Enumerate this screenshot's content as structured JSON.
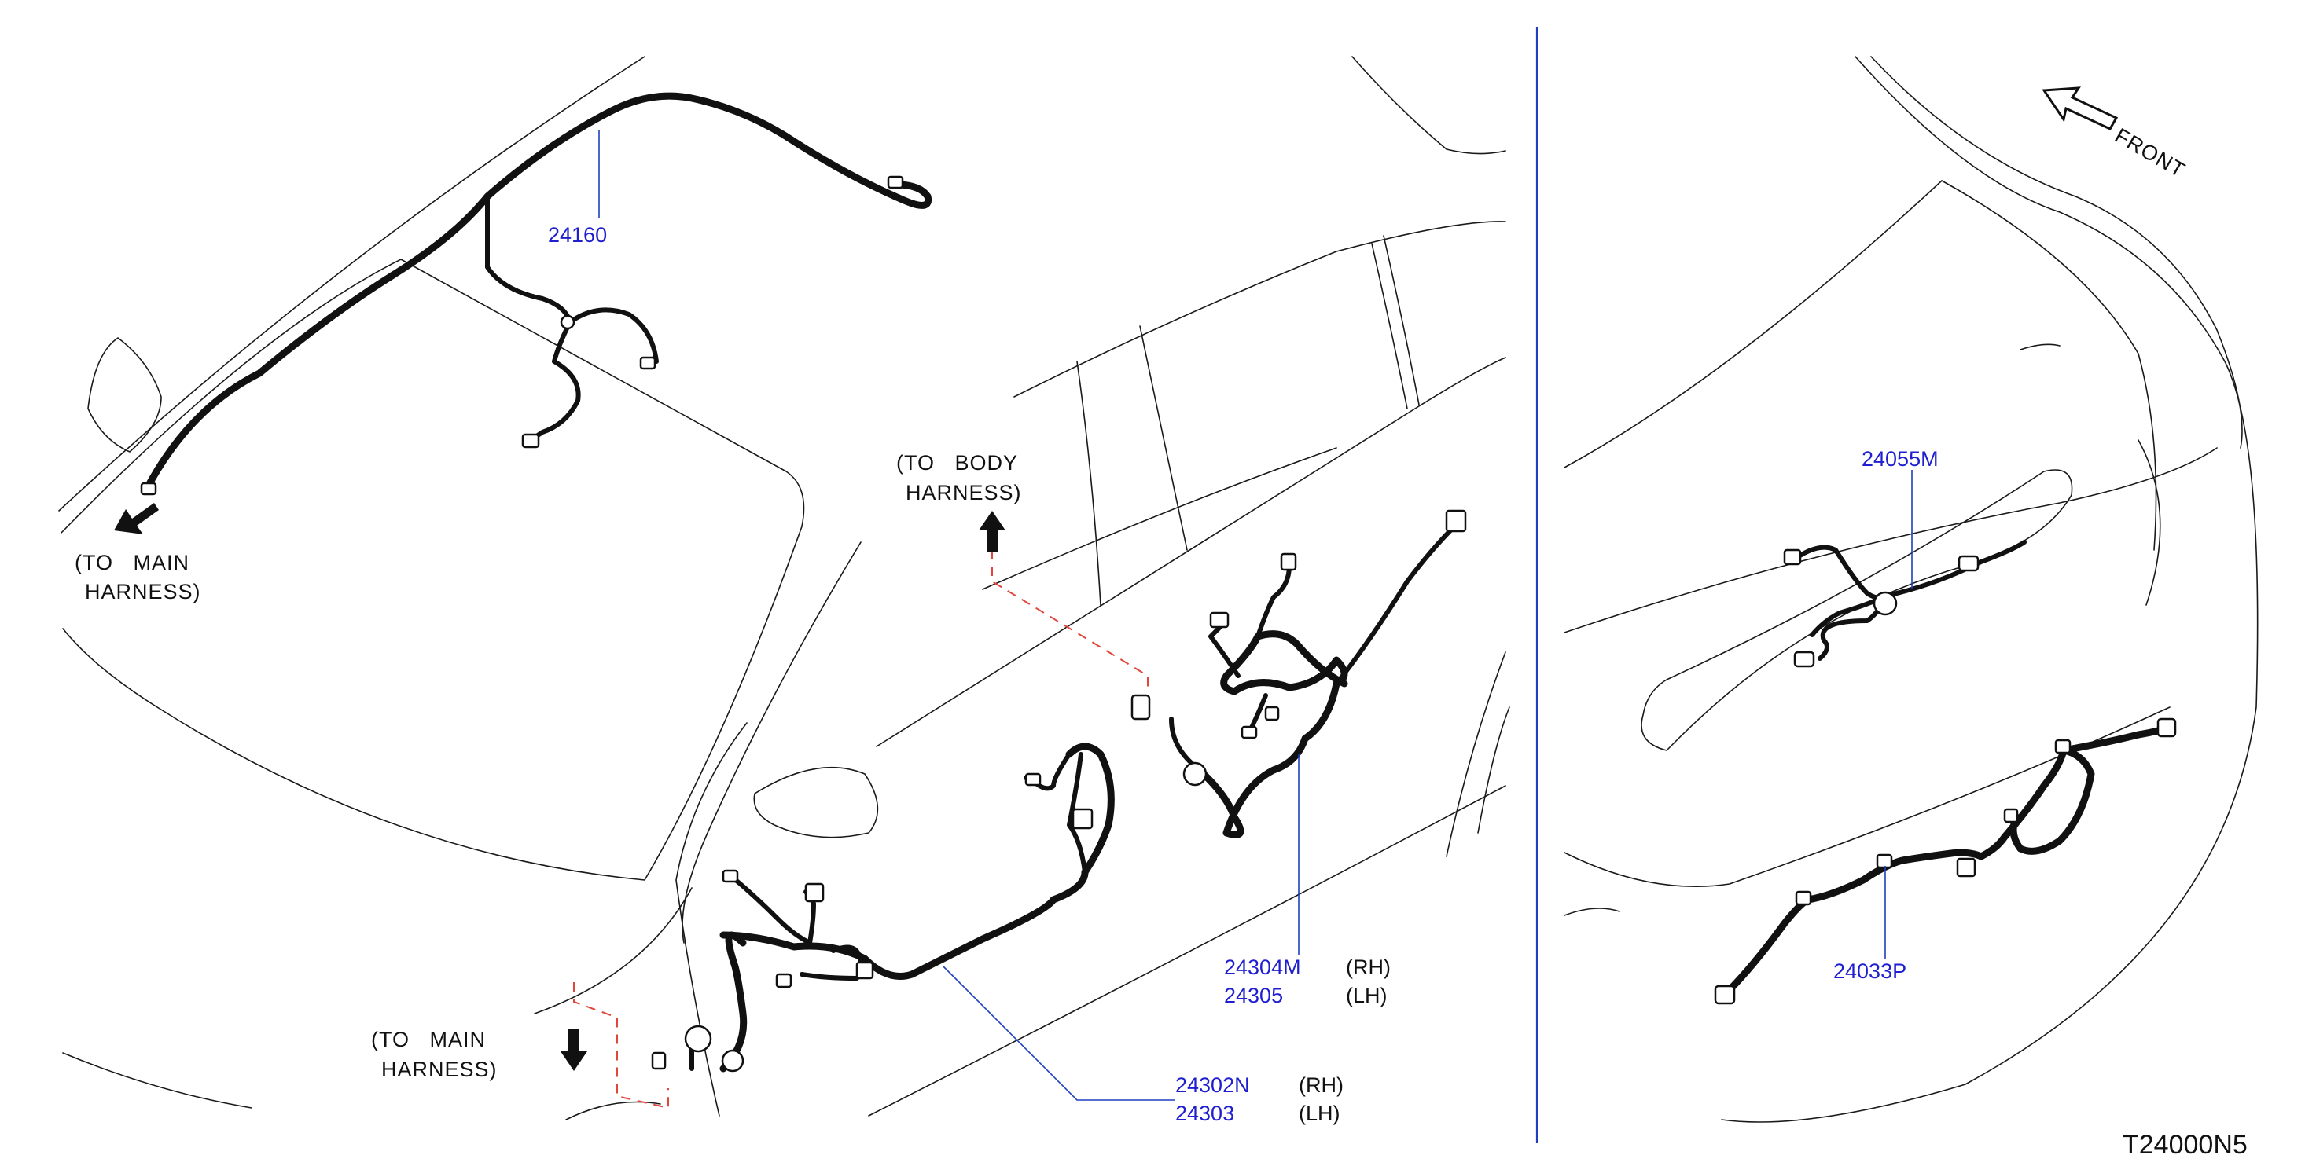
{
  "diagram_code": "T24000N5",
  "front_label": "FRONT",
  "notes": {
    "to_main_harness_top": [
      "(TO   MAIN",
      "HARNESS)"
    ],
    "to_body_harness": [
      "(TO   BODY",
      "HARNESS)"
    ],
    "to_main_harness_bottom": [
      "(TO   MAIN",
      "HARNESS)"
    ]
  },
  "parts": {
    "roof": {
      "number": "24160"
    },
    "front_door_rh": {
      "number": "24302N",
      "side": "(RH)"
    },
    "front_door_lh": {
      "number": "24303",
      "side": "(LH)"
    },
    "rear_door_rh": {
      "number": "24304M",
      "side": "(RH)"
    },
    "rear_door_lh": {
      "number": "24305",
      "side": "(LH)"
    },
    "back_door": {
      "number": "24055M"
    },
    "rear_bumper": {
      "number": "24033P"
    }
  },
  "colors": {
    "part_number": "#1f1fd0",
    "leader_line": "#1f3fbf",
    "divider": "#1f3fbf",
    "dashed_link": "#e0463a",
    "harness": "#111111"
  }
}
